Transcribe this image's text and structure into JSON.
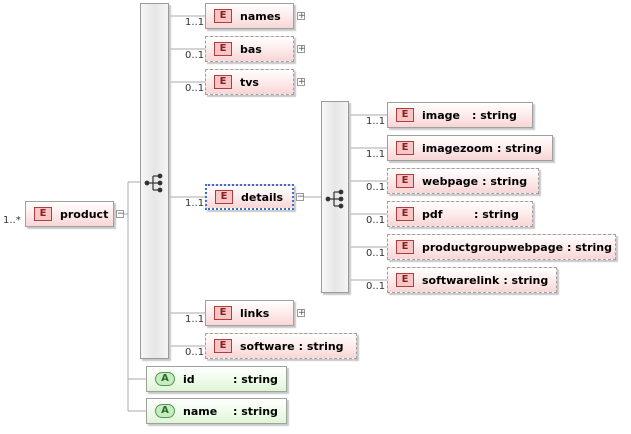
{
  "root": {
    "name": "product",
    "cardinality": "1..*"
  },
  "children": [
    {
      "name": "names",
      "cardinality": "1..1"
    },
    {
      "name": "bas",
      "cardinality": "0..1"
    },
    {
      "name": "tvs",
      "cardinality": "0..1"
    },
    {
      "name": "details",
      "cardinality": "1..1"
    },
    {
      "name": "links",
      "cardinality": "1..1"
    },
    {
      "name": "software",
      "type": ": string",
      "cardinality": "0..1"
    }
  ],
  "details_children": [
    {
      "name": "image",
      "type": ": string",
      "cardinality": "1..1"
    },
    {
      "name": "imagezoom",
      "type": ": string",
      "cardinality": "1..1"
    },
    {
      "name": "webpage",
      "type": ": string",
      "cardinality": "0..1"
    },
    {
      "name": "pdf",
      "type": ": string",
      "cardinality": "0..1"
    },
    {
      "name": "productgroupwebpage",
      "type": ": string",
      "cardinality": "0..1"
    },
    {
      "name": "softwarelink",
      "type": ": string",
      "cardinality": "0..1"
    }
  ],
  "attributes": [
    {
      "name": "id",
      "type": ": string"
    },
    {
      "name": "name",
      "type": ": string"
    }
  ],
  "badges": {
    "element": "E",
    "attribute": "A"
  },
  "expand_symbols": {
    "plus": "+",
    "minus": "−"
  }
}
